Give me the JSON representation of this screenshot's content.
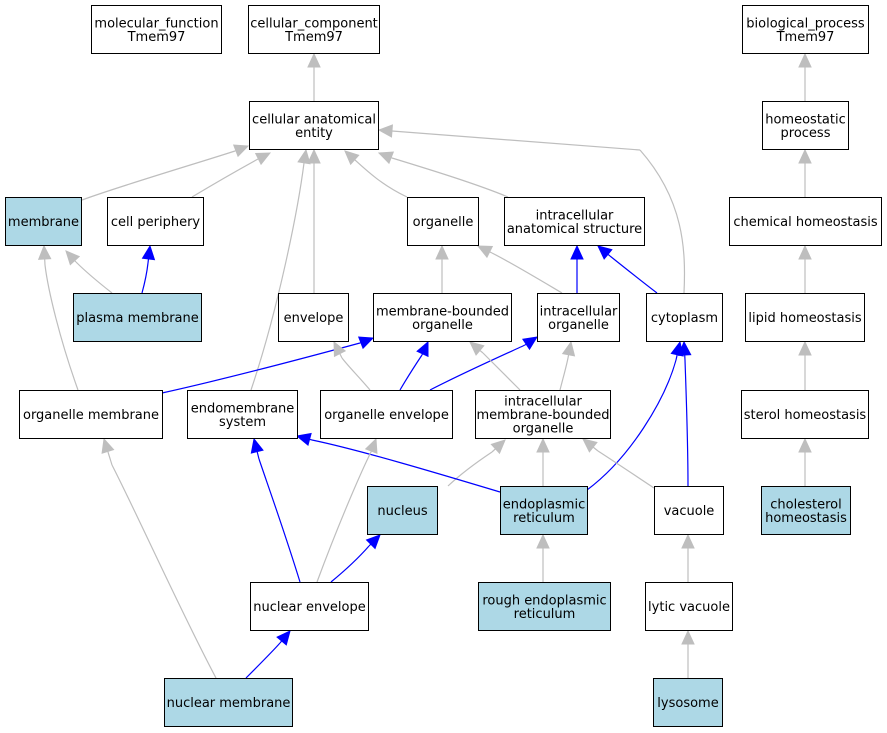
{
  "colors": {
    "highlight_fill": "#add8e6",
    "default_fill": "#ffffff",
    "is_a_edge": "#bebebe",
    "part_of_edge": "#0000ff"
  },
  "nodes": {
    "mf_root": {
      "lines": [
        "molecular_function",
        "Tmem97"
      ],
      "annotated": false
    },
    "cc_root": {
      "lines": [
        "cellular_component",
        "Tmem97"
      ],
      "annotated": false
    },
    "bp_root": {
      "lines": [
        "biological_process",
        "Tmem97"
      ],
      "annotated": false
    },
    "cae": {
      "lines": [
        "cellular anatomical",
        "entity"
      ],
      "annotated": false
    },
    "homeo_proc": {
      "lines": [
        "homeostatic",
        "process"
      ],
      "annotated": false
    },
    "membrane": {
      "lines": [
        "membrane"
      ],
      "annotated": true
    },
    "cell_periphery": {
      "lines": [
        "cell periphery"
      ],
      "annotated": false
    },
    "organelle": {
      "lines": [
        "organelle"
      ],
      "annotated": false
    },
    "ias": {
      "lines": [
        "intracellular",
        "anatomical structure"
      ],
      "annotated": false
    },
    "chem_homeo": {
      "lines": [
        "chemical homeostasis"
      ],
      "annotated": false
    },
    "plasma_membrane": {
      "lines": [
        "plasma membrane"
      ],
      "annotated": true
    },
    "envelope": {
      "lines": [
        "envelope"
      ],
      "annotated": false
    },
    "mbo": {
      "lines": [
        "membrane-bounded",
        "organelle"
      ],
      "annotated": false
    },
    "intra_org": {
      "lines": [
        "intracellular",
        "organelle"
      ],
      "annotated": false
    },
    "cytoplasm": {
      "lines": [
        "cytoplasm"
      ],
      "annotated": false
    },
    "lipid_homeo": {
      "lines": [
        "lipid homeostasis"
      ],
      "annotated": false
    },
    "org_membrane": {
      "lines": [
        "organelle membrane"
      ],
      "annotated": false
    },
    "endomembrane": {
      "lines": [
        "endomembrane",
        "system"
      ],
      "annotated": false
    },
    "org_envelope": {
      "lines": [
        "organelle envelope"
      ],
      "annotated": false
    },
    "imbo": {
      "lines": [
        "intracellular",
        "membrane-bounded",
        "organelle"
      ],
      "annotated": false
    },
    "sterol_homeo": {
      "lines": [
        "sterol homeostasis"
      ],
      "annotated": false
    },
    "nucleus": {
      "lines": [
        "nucleus"
      ],
      "annotated": true
    },
    "er": {
      "lines": [
        "endoplasmic",
        "reticulum"
      ],
      "annotated": true
    },
    "vacuole": {
      "lines": [
        "vacuole"
      ],
      "annotated": false
    },
    "chol_homeo": {
      "lines": [
        "cholesterol",
        "homeostasis"
      ],
      "annotated": true
    },
    "nuc_envelope": {
      "lines": [
        "nuclear envelope"
      ],
      "annotated": false
    },
    "rough_er": {
      "lines": [
        "rough endoplasmic",
        "reticulum"
      ],
      "annotated": true
    },
    "lytic_vacuole": {
      "lines": [
        "lytic vacuole"
      ],
      "annotated": false
    },
    "nuc_membrane": {
      "lines": [
        "nuclear membrane"
      ],
      "annotated": true
    },
    "lysosome": {
      "lines": [
        "lysosome"
      ],
      "annotated": true
    }
  },
  "edges": [
    {
      "from": "cae",
      "to": "cc_root",
      "type": "is_a"
    },
    {
      "from": "homeo_proc",
      "to": "bp_root",
      "type": "is_a"
    },
    {
      "from": "membrane",
      "to": "cae",
      "type": "is_a"
    },
    {
      "from": "cell_periphery",
      "to": "cae",
      "type": "is_a"
    },
    {
      "from": "organelle",
      "to": "cae",
      "type": "is_a"
    },
    {
      "from": "ias",
      "to": "cae",
      "type": "is_a"
    },
    {
      "from": "envelope",
      "to": "cae",
      "type": "is_a"
    },
    {
      "from": "endomembrane",
      "to": "cae",
      "type": "is_a"
    },
    {
      "from": "cytoplasm",
      "to": "cae",
      "type": "is_a"
    },
    {
      "from": "chem_homeo",
      "to": "homeo_proc",
      "type": "is_a"
    },
    {
      "from": "plasma_membrane",
      "to": "membrane",
      "type": "is_a"
    },
    {
      "from": "plasma_membrane",
      "to": "cell_periphery",
      "type": "part_of"
    },
    {
      "from": "mbo",
      "to": "organelle",
      "type": "is_a"
    },
    {
      "from": "intra_org",
      "to": "organelle",
      "type": "is_a"
    },
    {
      "from": "intra_org",
      "to": "ias",
      "type": "part_of"
    },
    {
      "from": "cytoplasm",
      "to": "ias",
      "type": "part_of"
    },
    {
      "from": "lipid_homeo",
      "to": "chem_homeo",
      "type": "is_a"
    },
    {
      "from": "org_membrane",
      "to": "membrane",
      "type": "is_a"
    },
    {
      "from": "org_membrane",
      "to": "mbo",
      "type": "part_of"
    },
    {
      "from": "org_envelope",
      "to": "envelope",
      "type": "is_a"
    },
    {
      "from": "org_envelope",
      "to": "mbo",
      "type": "part_of"
    },
    {
      "from": "org_envelope",
      "to": "intra_org",
      "type": "part_of"
    },
    {
      "from": "imbo",
      "to": "mbo",
      "type": "is_a"
    },
    {
      "from": "imbo",
      "to": "intra_org",
      "type": "is_a"
    },
    {
      "from": "sterol_homeo",
      "to": "lipid_homeo",
      "type": "is_a"
    },
    {
      "from": "nucleus",
      "to": "imbo",
      "type": "is_a"
    },
    {
      "from": "er",
      "to": "imbo",
      "type": "is_a"
    },
    {
      "from": "er",
      "to": "endomembrane",
      "type": "part_of"
    },
    {
      "from": "er",
      "to": "cytoplasm",
      "type": "part_of"
    },
    {
      "from": "vacuole",
      "to": "imbo",
      "type": "is_a"
    },
    {
      "from": "vacuole",
      "to": "cytoplasm",
      "type": "part_of"
    },
    {
      "from": "chol_homeo",
      "to": "sterol_homeo",
      "type": "is_a"
    },
    {
      "from": "nuc_envelope",
      "to": "org_envelope",
      "type": "is_a"
    },
    {
      "from": "nuc_envelope",
      "to": "endomembrane",
      "type": "part_of"
    },
    {
      "from": "nuc_envelope",
      "to": "nucleus",
      "type": "part_of"
    },
    {
      "from": "rough_er",
      "to": "er",
      "type": "is_a"
    },
    {
      "from": "lytic_vacuole",
      "to": "vacuole",
      "type": "is_a"
    },
    {
      "from": "nuc_membrane",
      "to": "org_membrane",
      "type": "is_a"
    },
    {
      "from": "nuc_membrane",
      "to": "nuc_envelope",
      "type": "part_of"
    },
    {
      "from": "lysosome",
      "to": "lytic_vacuole",
      "type": "is_a"
    }
  ]
}
